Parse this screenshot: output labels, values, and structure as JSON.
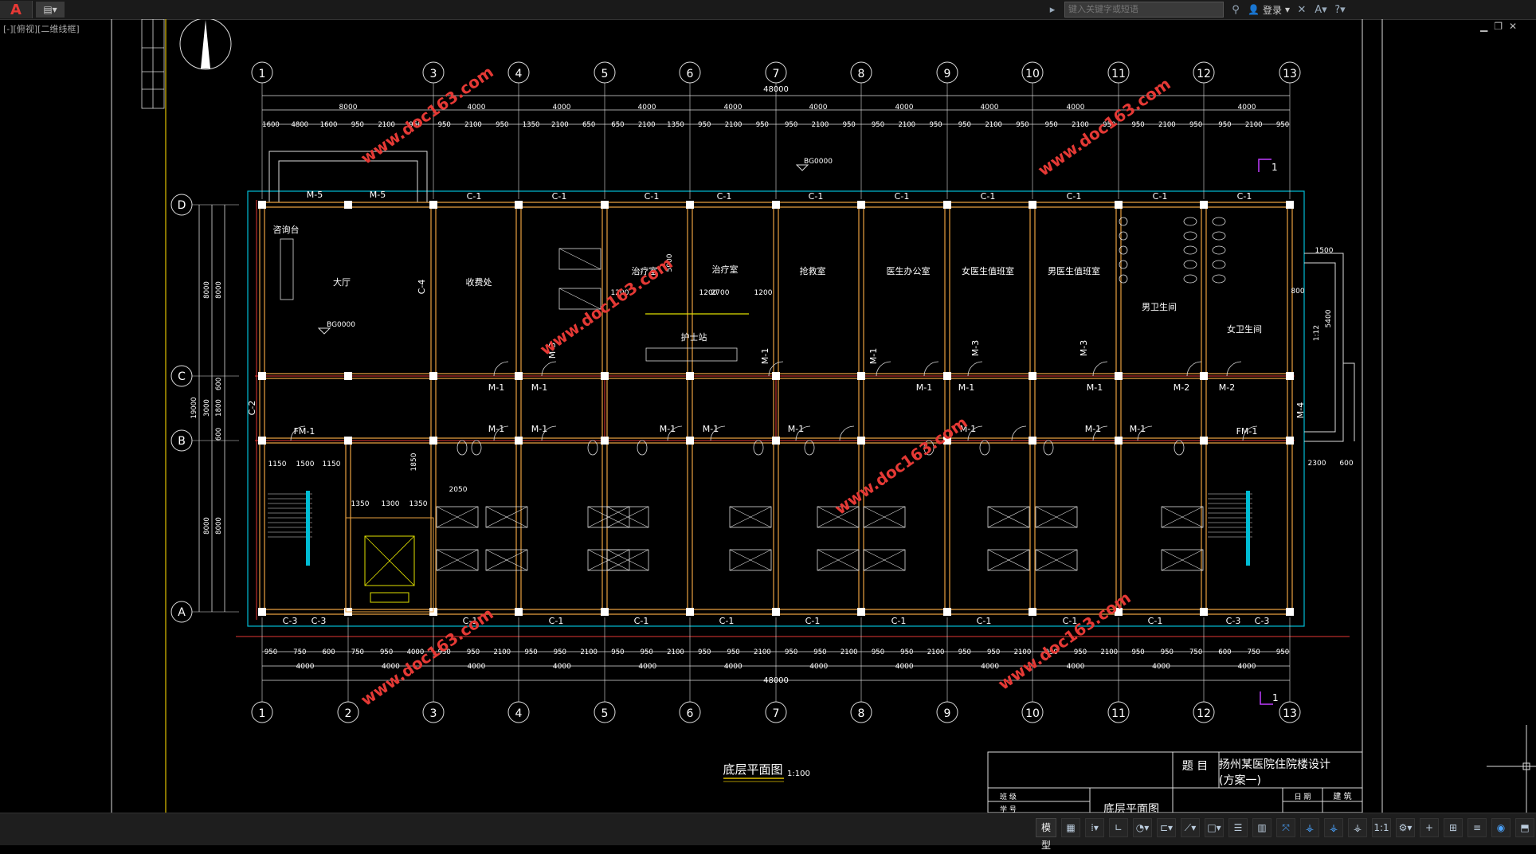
{
  "app": {
    "search_placeholder": "键入关键字或短语",
    "login_label": "登录",
    "viewport_label": "[-][俯视][二维线框]"
  },
  "axes_top": [
    "1",
    "3",
    "4",
    "5",
    "6",
    "7",
    "8",
    "9",
    "10",
    "11",
    "12",
    "13"
  ],
  "axes_bottom": [
    "1",
    "2",
    "3",
    "4",
    "5",
    "6",
    "7",
    "8",
    "9",
    "10",
    "11",
    "12",
    "13"
  ],
  "axes_rows": [
    "D",
    "C",
    "B",
    "A"
  ],
  "dims": {
    "overall": "48000",
    "top_row1": [
      "8000",
      "4000",
      "4000",
      "4000",
      "4000",
      "4000",
      "4000",
      "4000",
      "4000",
      "4000"
    ],
    "top_row2": [
      "1600",
      "4800",
      "1600",
      "950",
      "2100",
      "950",
      "950",
      "2100",
      "950",
      "1350",
      "2100",
      "650",
      "650",
      "2100",
      "1350",
      "950",
      "2100",
      "950",
      "950",
      "2100",
      "950",
      "950",
      "2100",
      "950",
      "950",
      "2100",
      "950",
      "950",
      "2100",
      "950",
      "950",
      "2100",
      "950",
      "950",
      "2100",
      "950"
    ],
    "bottom_row1": [
      "950",
      "750",
      "600",
      "750",
      "950",
      "4000",
      "950",
      "950",
      "2100",
      "950",
      "950",
      "2100",
      "950",
      "950",
      "2100",
      "950",
      "950",
      "2100",
      "950",
      "950",
      "2100",
      "950",
      "950",
      "2100",
      "950",
      "950",
      "2100",
      "950",
      "950",
      "2100",
      "950",
      "950",
      "750",
      "600",
      "750",
      "950"
    ],
    "bottom_row2": [
      "4000",
      "4000",
      "4000",
      "4000",
      "4000",
      "4000",
      "4000",
      "4000",
      "4000",
      "4000",
      "4000",
      "4000"
    ],
    "left": [
      "8000",
      "8000",
      "19000",
      "3000",
      "1800",
      "600",
      "600",
      "8000",
      "8000"
    ],
    "misc": [
      "1500",
      "800",
      "5400",
      "1:12",
      "2300",
      "600",
      "1150",
      "1500",
      "1150",
      "1350",
      "1300",
      "1350",
      "2050",
      "1850",
      "1200",
      "2700",
      "1200",
      "5000",
      "1200"
    ]
  },
  "labels": {
    "rooms": [
      "咨询台",
      "大厅",
      "收费处",
      "治疗室",
      "治疗室",
      "抢救室",
      "医生办公室",
      "女医生值班室",
      "男医生值班室",
      "男卫生间",
      "女卫生间",
      "护士站"
    ],
    "doors": [
      "M-5",
      "M-5",
      "M-1",
      "M-1",
      "M-3",
      "M-1",
      "M-1",
      "M-3",
      "M-3",
      "M-1",
      "M-1",
      "M-1",
      "M-2",
      "M-2",
      "M-4",
      "FM-1",
      "FM-1",
      "M-1",
      "M-1",
      "M-1",
      "M-1",
      "M-1",
      "M-1",
      "M-1",
      "M-1"
    ],
    "windows_top": [
      "C-1",
      "C-1",
      "C-1",
      "C-1",
      "C-1",
      "C-1",
      "C-1",
      "C-1",
      "C-1",
      "C-1"
    ],
    "windows_bottom": [
      "C-3",
      "C-3",
      "C-1",
      "C-1",
      "C-1",
      "C-1",
      "C-1",
      "C-1",
      "C-1",
      "C-1",
      "C-1",
      "C-3",
      "C-3"
    ],
    "side_windows": [
      "C-4",
      "C-2"
    ],
    "elev": [
      "BG0000",
      "BG0000"
    ],
    "section_mark": "1",
    "watermark": "www.doc163.com"
  },
  "title": {
    "drawing_title": "底层平面图",
    "scale": "1:100",
    "project_label": "题 目",
    "project_name": "扬州某医院住院楼设计",
    "project_sub": "(方案一)",
    "sheet_name": "底层平面图",
    "rows": [
      "班 级",
      "学 号"
    ],
    "cols": [
      "日 期",
      "建 筑"
    ]
  },
  "status": {
    "model_tab": "模型",
    "scale": "1:1"
  }
}
